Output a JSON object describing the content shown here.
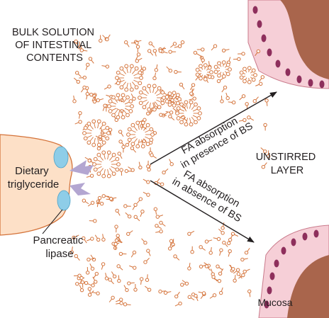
{
  "labels": {
    "bulk_solution": [
      "BULK SOLUTION",
      "OF INTESTINAL",
      "CONTENTS"
    ],
    "dietary_triglyceride": [
      "Dietary",
      "triglyceride"
    ],
    "pancreatic_lipase": [
      "Pancreatic",
      "lipase"
    ],
    "fa_presence": [
      "FA absorption",
      "in presence of BS"
    ],
    "fa_absence": [
      "FA absorption",
      "in absence of BS"
    ],
    "unstirred_layer": [
      "UNSTIRRED",
      "LAYER"
    ],
    "mucosa": "Mucosa"
  },
  "colors": {
    "fatty_acid": "#d4733a",
    "triglyceride_fill": "#fde0c7",
    "lipase": "#8ecde8",
    "lipase_arrow": "#b3a6d1",
    "mucosa_wall": "#f6cfd7",
    "mucosa_body": "#a9654c",
    "arrow": "#231f20"
  }
}
